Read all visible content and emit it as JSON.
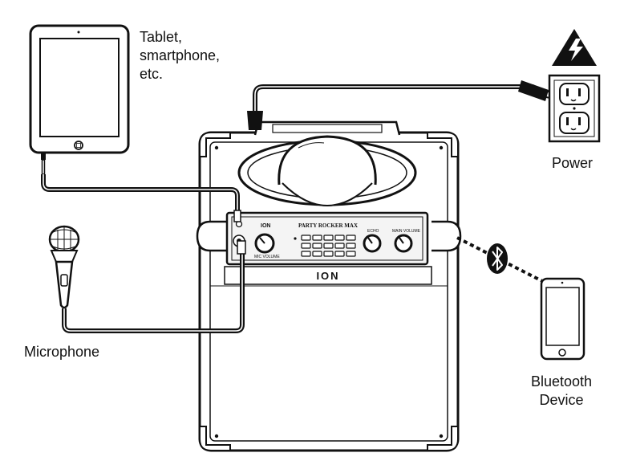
{
  "labels": {
    "tablet": [
      "Tablet,",
      "smartphone,",
      "etc."
    ],
    "power": "Power",
    "microphone": "Microphone",
    "bluetooth_device": [
      "Bluetooth",
      "Device"
    ]
  },
  "speaker": {
    "model": "PARTY ROCKER MAX",
    "panel_brand": "ION",
    "front_brand": "ION",
    "mic_volume_label": "MIC VOLUME",
    "echo_label": "ECHO",
    "main_volume_label": "MAIN VOLUME"
  },
  "colors": {
    "line": "#111111",
    "panel": "#f4f4f4",
    "cable": "#111111"
  },
  "icons": [
    "tablet-icon",
    "microphone-icon",
    "warning-icon",
    "power-outlet-icon",
    "bluetooth-icon",
    "phone-icon"
  ]
}
